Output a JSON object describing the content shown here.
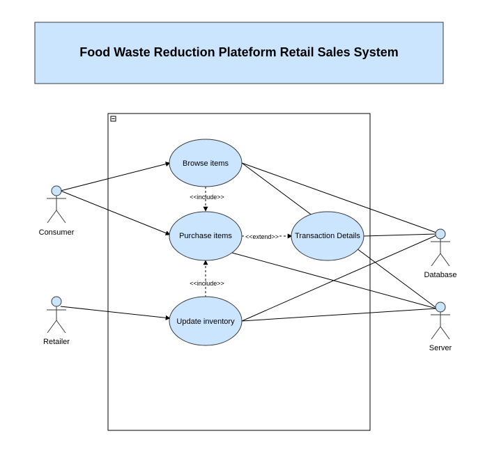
{
  "title": "Food Waste Reduction Plateform Retail Sales System",
  "colors": {
    "fill": "#cce5ff",
    "stroke": "#36393d",
    "line": "#000000"
  },
  "use_cases": {
    "browse": "Browse items",
    "purchase": "Purchase items",
    "transaction": "Transaction Details",
    "update": "Update inventory"
  },
  "actors": {
    "consumer": "Consumer",
    "retailer": "Retailer",
    "database": "Database",
    "server": "Server"
  },
  "relations": {
    "include_top": "<<include>>",
    "include_bottom": "<<include>>",
    "extend": "<<extend>>"
  },
  "boundary_icon": "collapse-icon"
}
